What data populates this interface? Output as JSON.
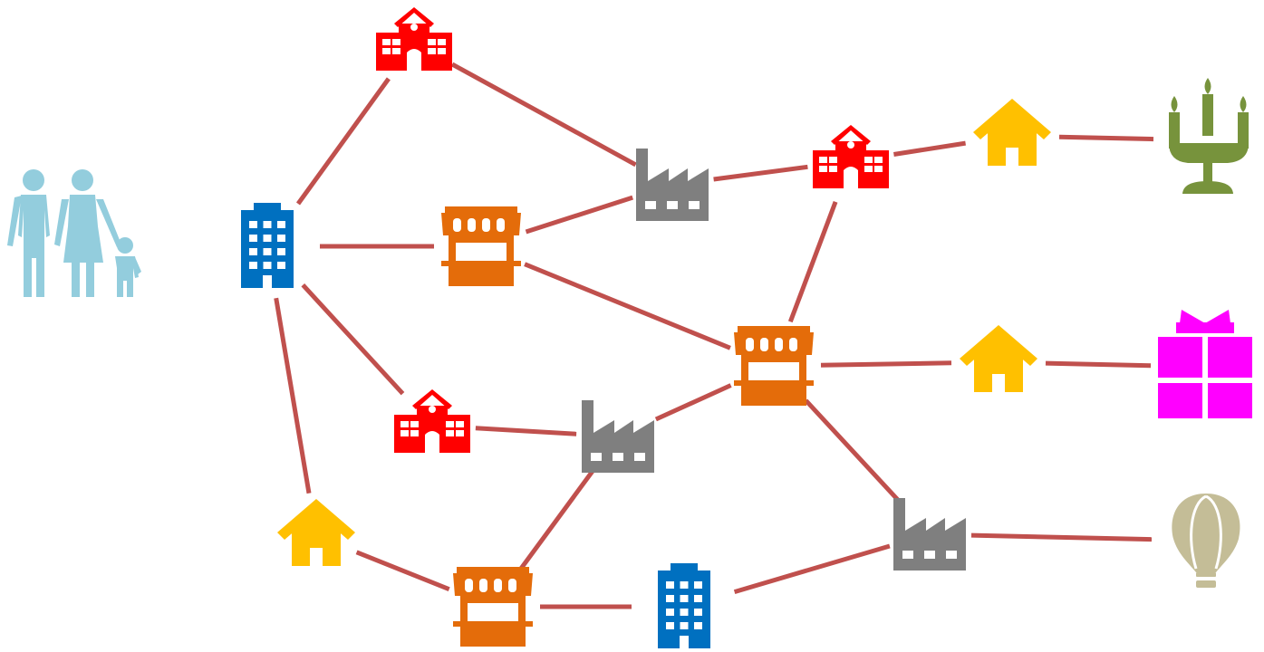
{
  "colors": {
    "link": "#c0504d",
    "family": "#93cddd",
    "office": "#0070c0",
    "shop": "#e46c0a",
    "factory": "#7f7f7f",
    "school": "#ff0000",
    "house": "#ffc000",
    "candelabra": "#77933c",
    "gift": "#ff00ff",
    "balloon": "#c4bd97"
  },
  "nodes": [
    {
      "id": "family",
      "icon": "family-icon"
    },
    {
      "id": "office-1",
      "icon": "office-building-icon"
    },
    {
      "id": "school-1",
      "icon": "school-icon"
    },
    {
      "id": "shop-1",
      "icon": "shop-icon"
    },
    {
      "id": "school-2",
      "icon": "school-icon"
    },
    {
      "id": "house-1",
      "icon": "house-icon"
    },
    {
      "id": "factory-1",
      "icon": "factory-icon"
    },
    {
      "id": "factory-2",
      "icon": "factory-icon"
    },
    {
      "id": "shop-2",
      "icon": "shop-icon"
    },
    {
      "id": "office-2",
      "icon": "office-building-icon"
    },
    {
      "id": "school-3",
      "icon": "school-icon"
    },
    {
      "id": "shop-3",
      "icon": "shop-icon"
    },
    {
      "id": "factory-3",
      "icon": "factory-icon"
    },
    {
      "id": "house-2",
      "icon": "house-icon"
    },
    {
      "id": "house-3",
      "icon": "house-icon"
    },
    {
      "id": "candelabra",
      "icon": "candelabra-icon"
    },
    {
      "id": "gift",
      "icon": "gift-icon"
    },
    {
      "id": "balloon",
      "icon": "hot-air-balloon-icon"
    }
  ],
  "edges": [
    [
      "office-1",
      "school-1"
    ],
    [
      "office-1",
      "shop-1"
    ],
    [
      "office-1",
      "school-2"
    ],
    [
      "office-1",
      "house-1"
    ],
    [
      "school-1",
      "factory-1"
    ],
    [
      "shop-1",
      "factory-1"
    ],
    [
      "shop-1",
      "shop-3"
    ],
    [
      "school-2",
      "factory-2"
    ],
    [
      "house-1",
      "shop-2"
    ],
    [
      "shop-2",
      "factory-2"
    ],
    [
      "shop-2",
      "office-2"
    ],
    [
      "factory-2",
      "shop-3"
    ],
    [
      "factory-1",
      "school-3"
    ],
    [
      "school-3",
      "shop-3"
    ],
    [
      "school-3",
      "house-2"
    ],
    [
      "office-2",
      "factory-3"
    ],
    [
      "shop-3",
      "house-3"
    ],
    [
      "shop-3",
      "factory-3"
    ],
    [
      "house-2",
      "candelabra"
    ],
    [
      "house-3",
      "gift"
    ],
    [
      "factory-3",
      "balloon"
    ]
  ]
}
